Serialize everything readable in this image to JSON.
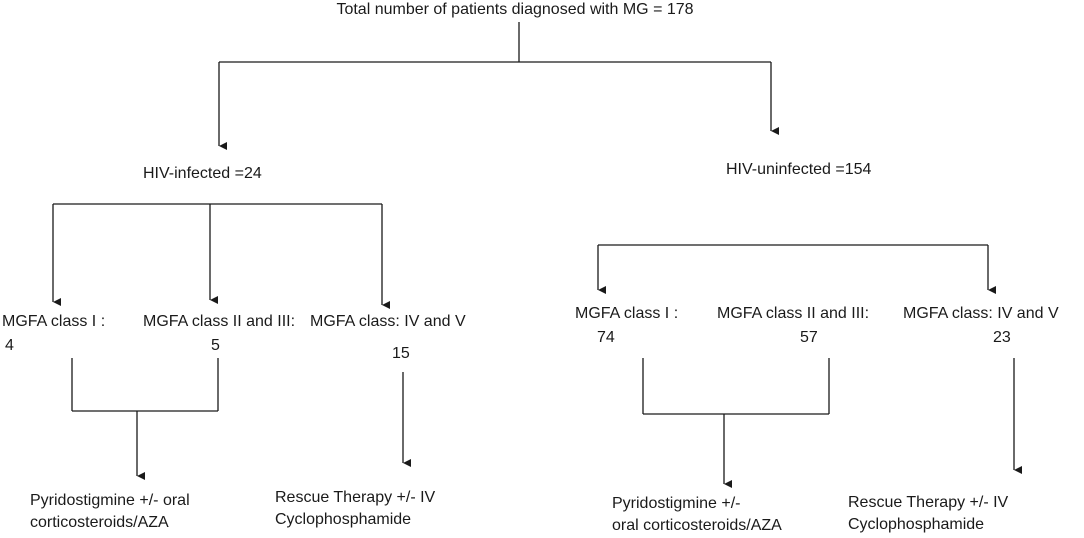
{
  "root": {
    "label": "Total number of patients diagnosed with MG = 178"
  },
  "hiv_infected": {
    "label": "HIV-infected =24",
    "classes": [
      {
        "name": "MGFA class I :",
        "count": "4"
      },
      {
        "name": "MGFA class II and III:",
        "count": "5"
      },
      {
        "name": "MGFA class: IV and V",
        "count": "15"
      }
    ],
    "treatments": [
      {
        "line1": "Pyridostigmine +/- oral",
        "line2": "corticosteroids/AZA"
      },
      {
        "line1": "Rescue Therapy +/- IV",
        "line2": "Cyclophosphamide"
      }
    ]
  },
  "hiv_uninfected": {
    "label": "HIV-uninfected =154",
    "classes": [
      {
        "name": "MGFA class I :",
        "count": "74"
      },
      {
        "name": "MGFA class II and III:",
        "count": "57"
      },
      {
        "name": "MGFA class: IV and V",
        "count": "23"
      }
    ],
    "treatments": [
      {
        "line1": "Pyridostigmine +/-",
        "line2": "oral corticosteroids/AZA"
      },
      {
        "line1": "Rescue Therapy +/- IV",
        "line2": "Cyclophosphamide"
      }
    ]
  }
}
